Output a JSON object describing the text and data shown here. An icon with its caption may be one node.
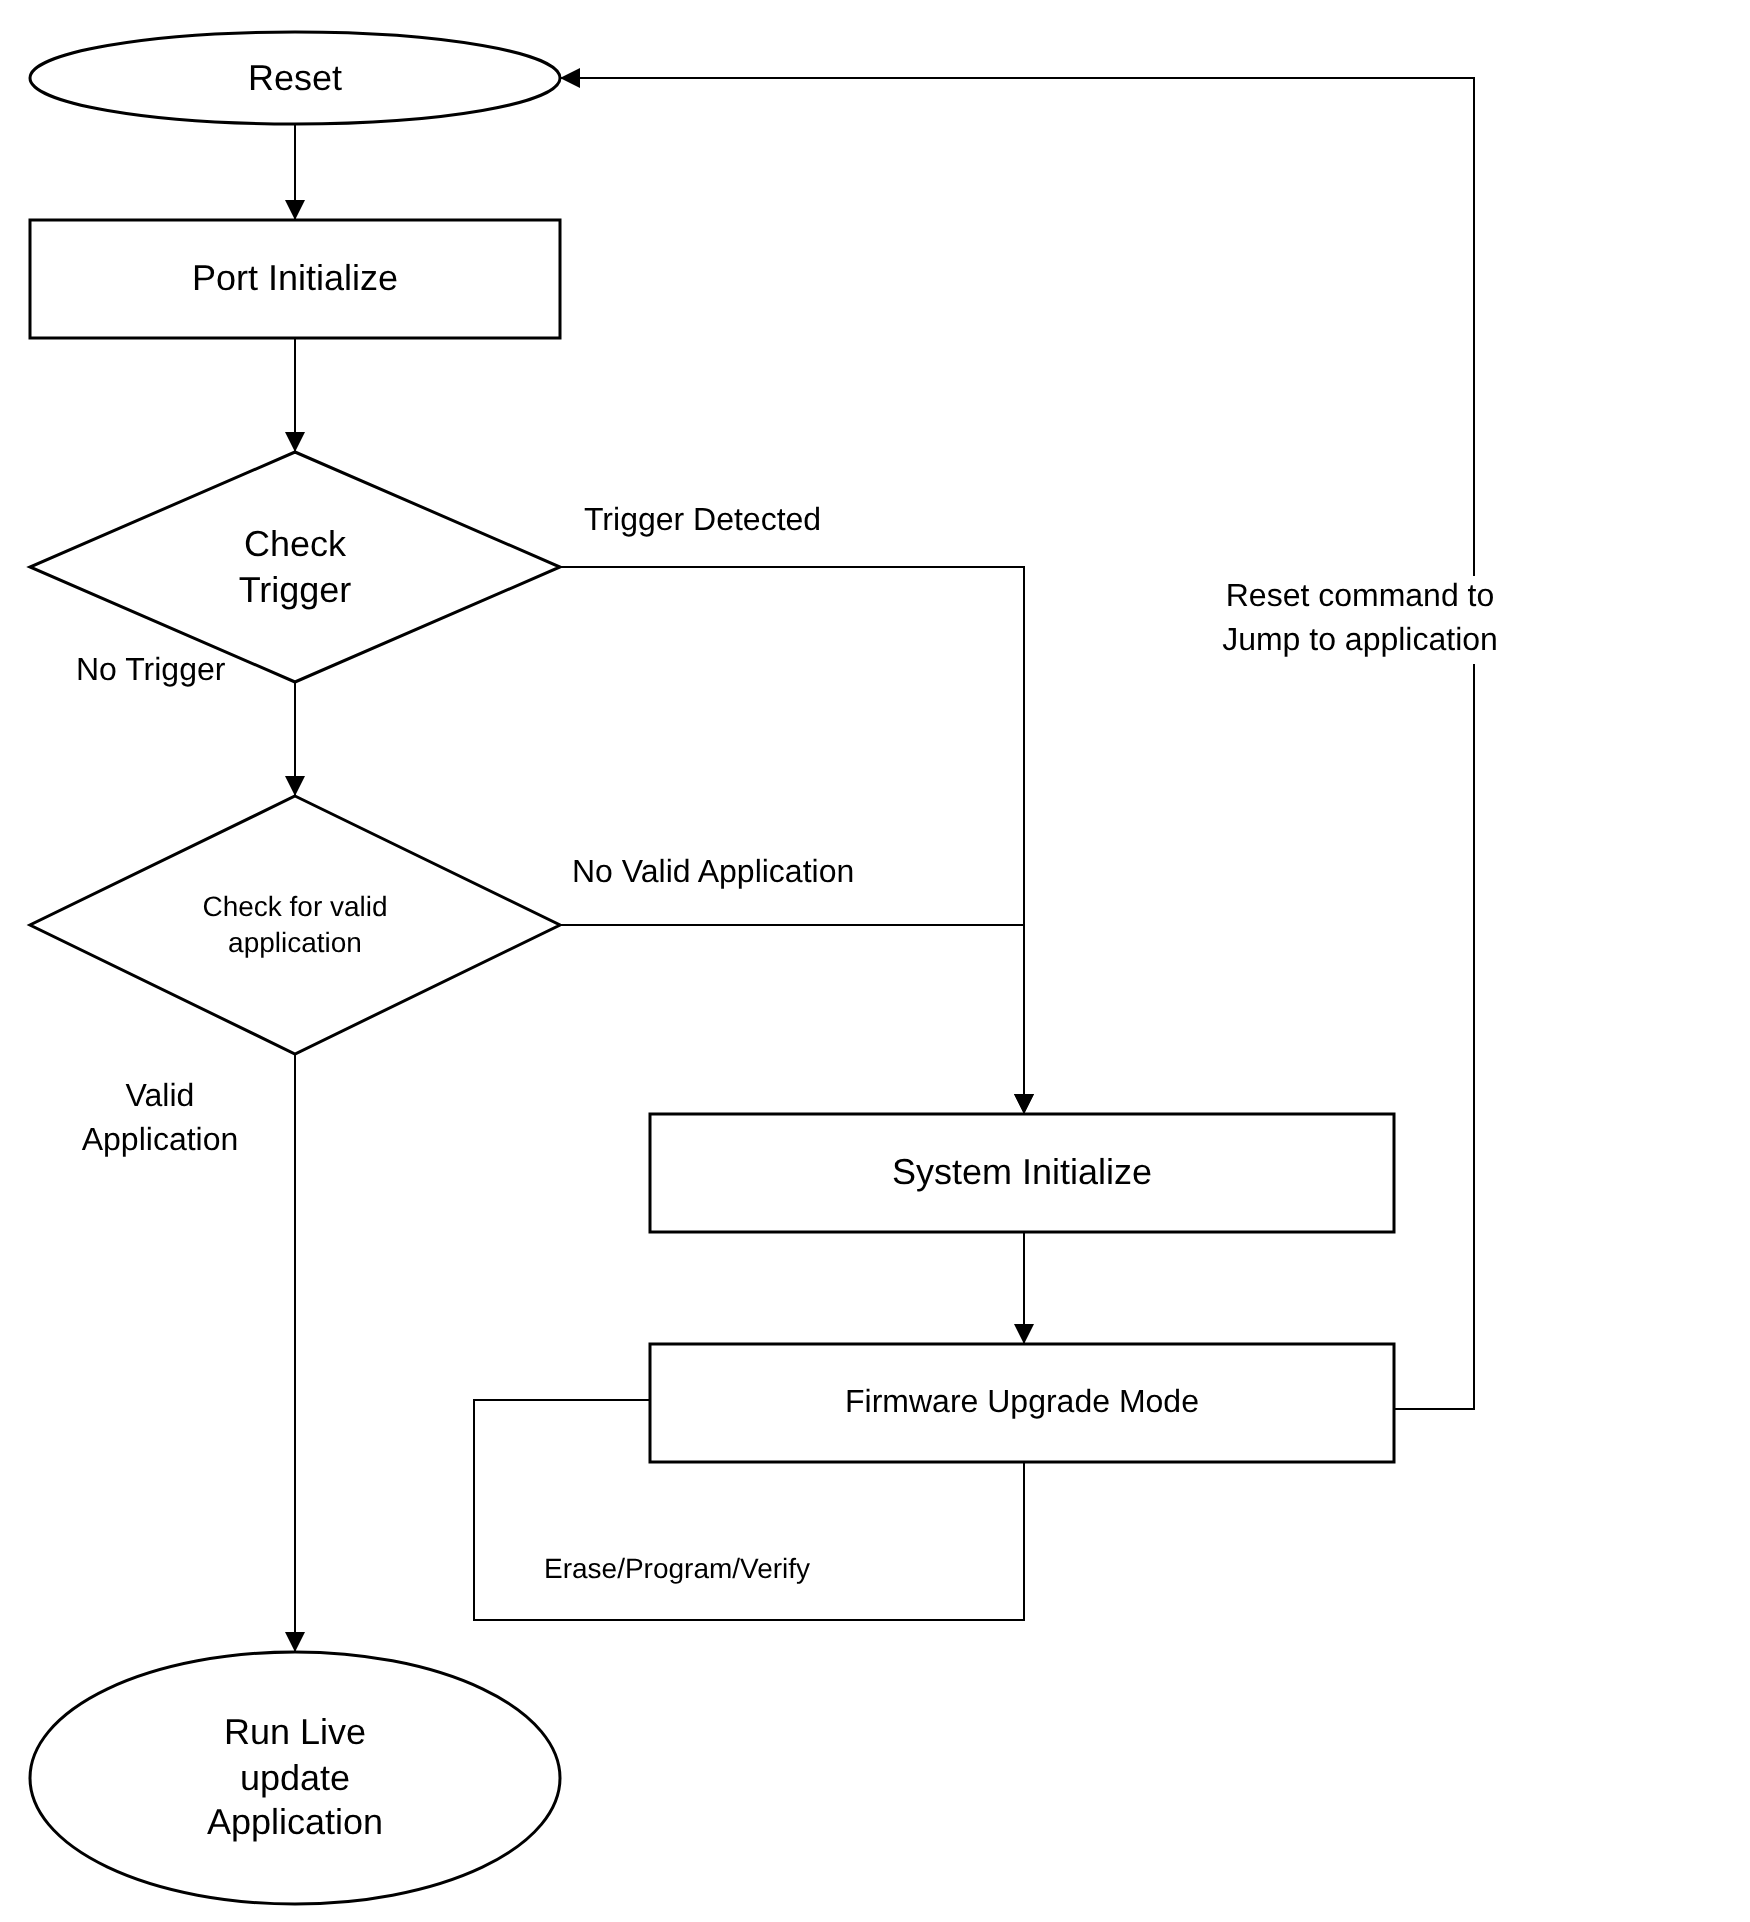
{
  "diagram": {
    "nodes": [
      {
        "text": [
          "Reset"
        ]
      },
      {
        "text": [
          "Port Initialize"
        ]
      },
      {
        "text": [
          "Check Trigger"
        ]
      },
      {
        "text": [
          "Check for valid application"
        ]
      },
      {
        "text": [
          "System Initialize"
        ]
      },
      {
        "text": [
          "Firmware Upgrade Mode"
        ]
      },
      {
        "text": [
          "Run Live update Application"
        ]
      }
    ],
    "edges": [
      {
        "from": 0,
        "to": 1,
        "arrow": "to"
      },
      {
        "from": 1,
        "to": 2,
        "arrow": "to"
      },
      {
        "from": 2,
        "to": 3,
        "arrow": "to",
        "label": "No Trigger"
      },
      {
        "from": 2,
        "to": 4,
        "arrow": "to",
        "label": "Trigger Detected"
      },
      {
        "from": 3,
        "to": 4,
        "arrow": "to",
        "label": "No Valid Application"
      },
      {
        "from": 3,
        "to": 6,
        "arrow": "to",
        "label": "Valid Application"
      },
      {
        "from": 4,
        "to": 5,
        "arrow": "to"
      },
      {
        "from": 5,
        "to": 0,
        "arrow": "to",
        "label": "Reset command to Jump to application"
      },
      {
        "from": 5,
        "to": 5,
        "arrow": "none",
        "label": "Erase/Program/Verify"
      }
    ]
  }
}
